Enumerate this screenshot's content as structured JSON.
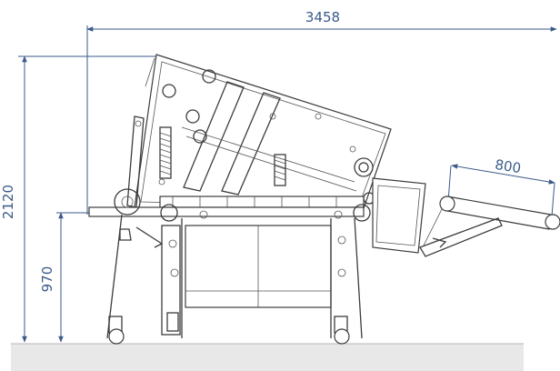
{
  "dimensions": {
    "overall_length": "3458",
    "overall_height": "2120",
    "table_height": "970",
    "infeed_length": "800"
  },
  "colors": {
    "dimension": "#3a5a8a",
    "machine": "#3c3c3c",
    "floor": "#e8e8e8"
  }
}
